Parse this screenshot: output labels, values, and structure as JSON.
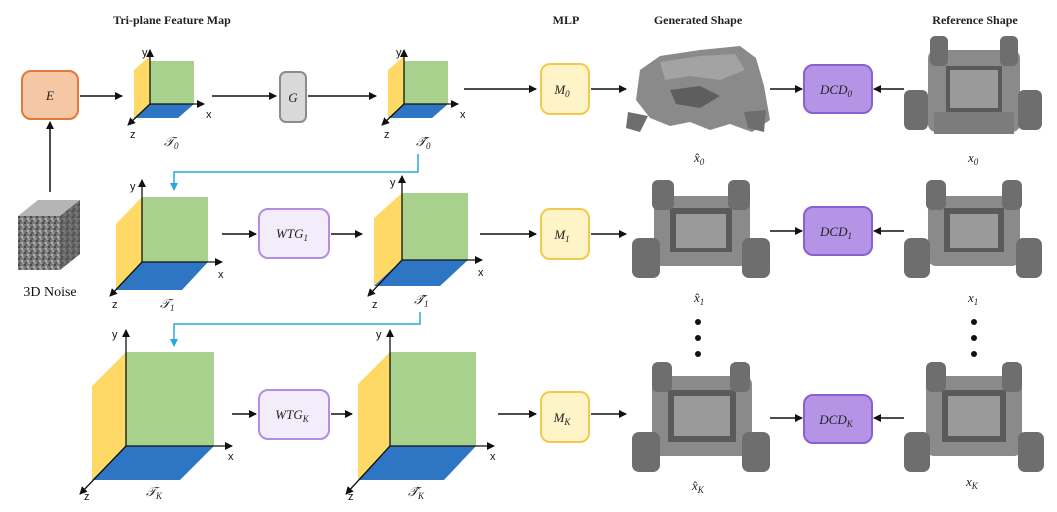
{
  "headers": {
    "triplane": "Tri-plane Feature Map",
    "mlp": "MLP",
    "generated": "Generated Shape",
    "reference": "Reference Shape"
  },
  "noise_label": "3D Noise",
  "blocks": {
    "encoder": "E",
    "generator": "G",
    "wtg1": {
      "main": "WTG",
      "sub": "1"
    },
    "wtgk": {
      "main": "WTG",
      "sub": "K"
    },
    "m0": {
      "main": "M",
      "sub": "0"
    },
    "m1": {
      "main": "M",
      "sub": "1"
    },
    "mk": {
      "main": "M",
      "sub": "K"
    },
    "dcd0": {
      "main": "DCD",
      "sub": "0"
    },
    "dcd1": {
      "main": "DCD",
      "sub": "1"
    },
    "dcdk": {
      "main": "DCD",
      "sub": "K"
    }
  },
  "feature_labels": {
    "t0": {
      "main": "𝒯",
      "sub": "0"
    },
    "t0hat": {
      "main": "𝒯̂",
      "sub": "0"
    },
    "t1": {
      "main": "𝒯",
      "sub": "1"
    },
    "t1hat": {
      "main": "𝒯̂",
      "sub": "1"
    },
    "tk": {
      "main": "𝒯",
      "sub": "K"
    },
    "tkhat": {
      "main": "𝒯̂",
      "sub": "K"
    }
  },
  "shape_labels": {
    "x0hat": {
      "main": "x̂",
      "sub": "0"
    },
    "x1hat": {
      "main": "x̂",
      "sub": "1"
    },
    "xkhat": {
      "main": "x̂",
      "sub": "K"
    },
    "x0": {
      "main": "x",
      "sub": "0"
    },
    "x1": {
      "main": "x",
      "sub": "1"
    },
    "xk": {
      "main": "x",
      "sub": "K"
    }
  },
  "axes": {
    "x": "x",
    "y": "y",
    "z": "z"
  },
  "colors": {
    "encoder_fill": "#f6c7a4",
    "encoder_stroke": "#e07a3c",
    "generator_fill": "#d9d9d9",
    "generator_stroke": "#8c8c8c",
    "wtg_fill": "#f3ecfb",
    "wtg_stroke": "#b38ee0",
    "mlp_fill": "#fff4c7",
    "mlp_stroke": "#f2c94c",
    "dcd_fill": "#b594e6",
    "dcd_stroke": "#8a5fd1",
    "plane_green": "#a9d18e",
    "plane_yellow": "#ffd966",
    "plane_blue": "#2e75c4",
    "link_blue": "#2aa7e0",
    "shape_gray": "#777777"
  }
}
